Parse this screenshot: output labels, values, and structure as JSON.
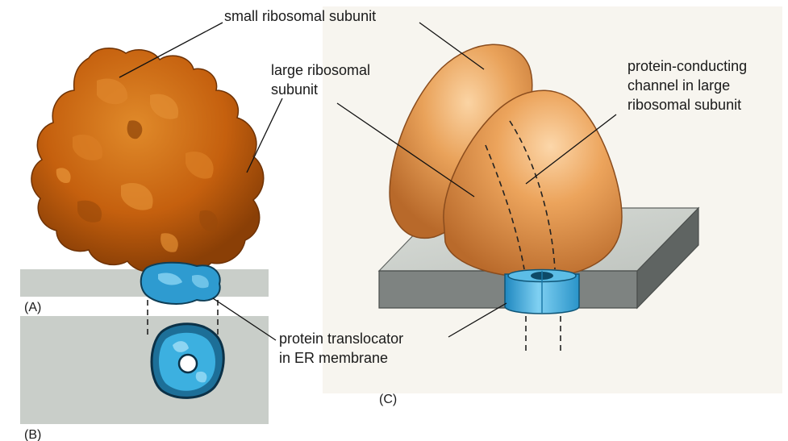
{
  "labels": {
    "small_subunit": "small ribosomal subunit",
    "large_subunit_line1": "large ribosomal",
    "large_subunit_line2": "subunit",
    "channel_line1": "protein-conducting",
    "channel_line2": "channel in large",
    "channel_line3": "ribosomal subunit",
    "translocator_line1": "protein translocator",
    "translocator_line2": "in ER membrane"
  },
  "panels": {
    "a": "(A)",
    "b": "(B)",
    "c": "(C)"
  },
  "colors": {
    "ribosome_cryo": "#c9640f",
    "ribosome_drawn": "#e39a52",
    "translocator": "#3aa7d8",
    "membrane": "#c6ccc7",
    "slab_side": "#7d8280"
  }
}
